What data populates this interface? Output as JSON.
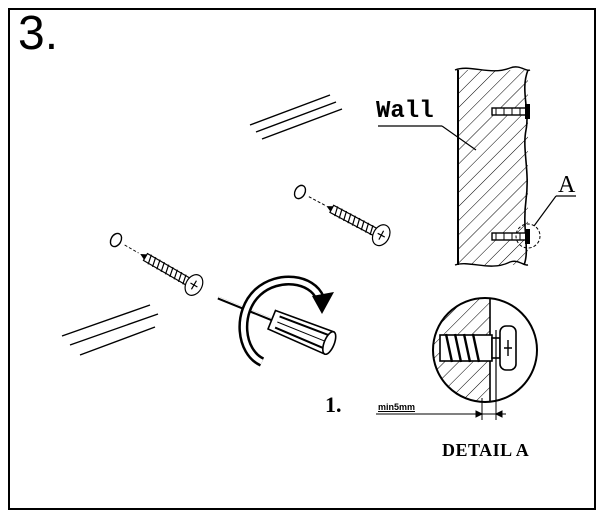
{
  "step_number": "3.",
  "labels": {
    "wall": "Wall",
    "detail_marker": "A",
    "sub_step": "1.",
    "min_depth": "min5mm",
    "detail_title": "DETAIL A"
  },
  "colors": {
    "ink": "#000000",
    "paper": "#ffffff"
  },
  "icons": [
    "screw-icon",
    "wall-plug-icon",
    "screwdriver-icon",
    "rotation-arrow-icon"
  ]
}
